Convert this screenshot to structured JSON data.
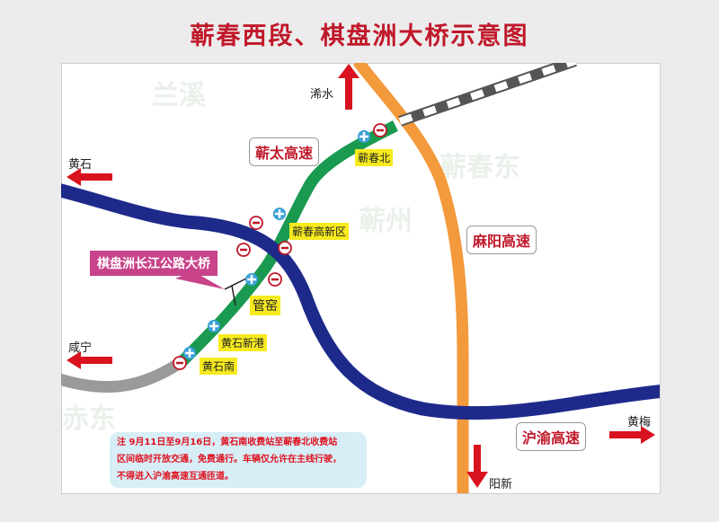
{
  "title": "蕲春西段、棋盘洲大桥示意图",
  "directions": {
    "xishui": "浠水",
    "huangshi": "黄石",
    "xianning": "咸宁",
    "huangmei": "黄梅",
    "yangxin": "阳新"
  },
  "highways": {
    "qitai": "蕲太高速",
    "mayang": "麻阳高速",
    "huyu": "沪渝高速"
  },
  "bridge": "棋盘洲长江公路大桥",
  "stations": {
    "qichunbei": "蕲春北",
    "gaoxinqu": "蕲春高新区",
    "guanyao": "管窑",
    "huangshixingang": "黄石新港",
    "huangshinan": "黄石南"
  },
  "note": [
    "注  9月11日至9月16日，黄石南收费站至蕲春北收费站",
    "区间临时开放交通，免费通行。车辆仅允许在主线行驶，",
    "不得进入沪渝高速互通匝道。"
  ],
  "watermarks": [
    "兰溪",
    "蕲春东",
    "蕲州",
    "赤东"
  ],
  "colors": {
    "title": "#c0182a",
    "green": "#1a9a50",
    "navy": "#1e2a8a",
    "orange": "#f39a3c",
    "arrow": "#d8131f"
  }
}
